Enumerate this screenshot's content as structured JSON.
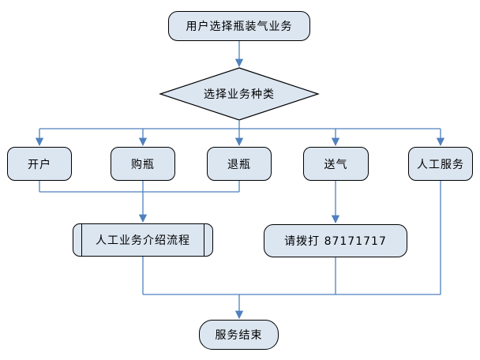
{
  "diagram": {
    "type": "flowchart",
    "colors": {
      "background": "#ffffff",
      "node_fill": "#dce6f1",
      "node_border": "#000000",
      "connector": "#4f81bd",
      "text": "#000000"
    },
    "nodes": {
      "start": {
        "label": "用户选择瓶装气业务",
        "shape": "terminator"
      },
      "decision": {
        "label": "选择业务种类",
        "shape": "decision-diamond"
      },
      "open_account": {
        "label": "开户",
        "shape": "process"
      },
      "buy_bottle": {
        "label": "购瓶",
        "shape": "process"
      },
      "return_bottle": {
        "label": "退瓶",
        "shape": "process"
      },
      "gas_delivery": {
        "label": "送气",
        "shape": "process"
      },
      "manual_service": {
        "label": "人工服务",
        "shape": "process"
      },
      "intro_process": {
        "label": "人工业务介绍流程",
        "shape": "predefined-process"
      },
      "call_number": {
        "label": "请拨打 87171717",
        "shape": "process"
      },
      "end": {
        "label": "服务结束",
        "shape": "terminator"
      }
    }
  }
}
